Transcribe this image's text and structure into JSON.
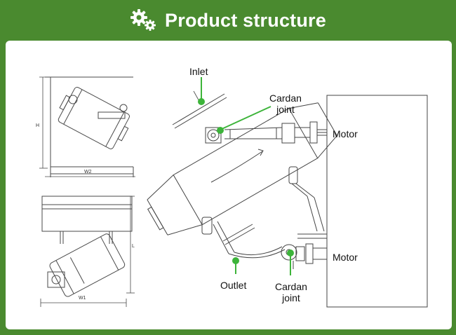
{
  "header": {
    "title": "Product structure",
    "icon": "gears-icon",
    "background": "#4a8a2f"
  },
  "diagram": {
    "accent": "#3db43a",
    "labels": {
      "inlet": "Inlet",
      "cardan_joint_top_line1": "Cardan",
      "cardan_joint_top_line2": "joint",
      "motor_top": "Motor",
      "motor_bottom": "Motor",
      "outlet": "Outlet",
      "cardan_joint_bottom_line1": "Cardan",
      "cardan_joint_bottom_line2": "joint"
    },
    "dimensions": {
      "height": "H",
      "width_top": "W2",
      "length": "L",
      "width_bottom": "W1"
    }
  }
}
